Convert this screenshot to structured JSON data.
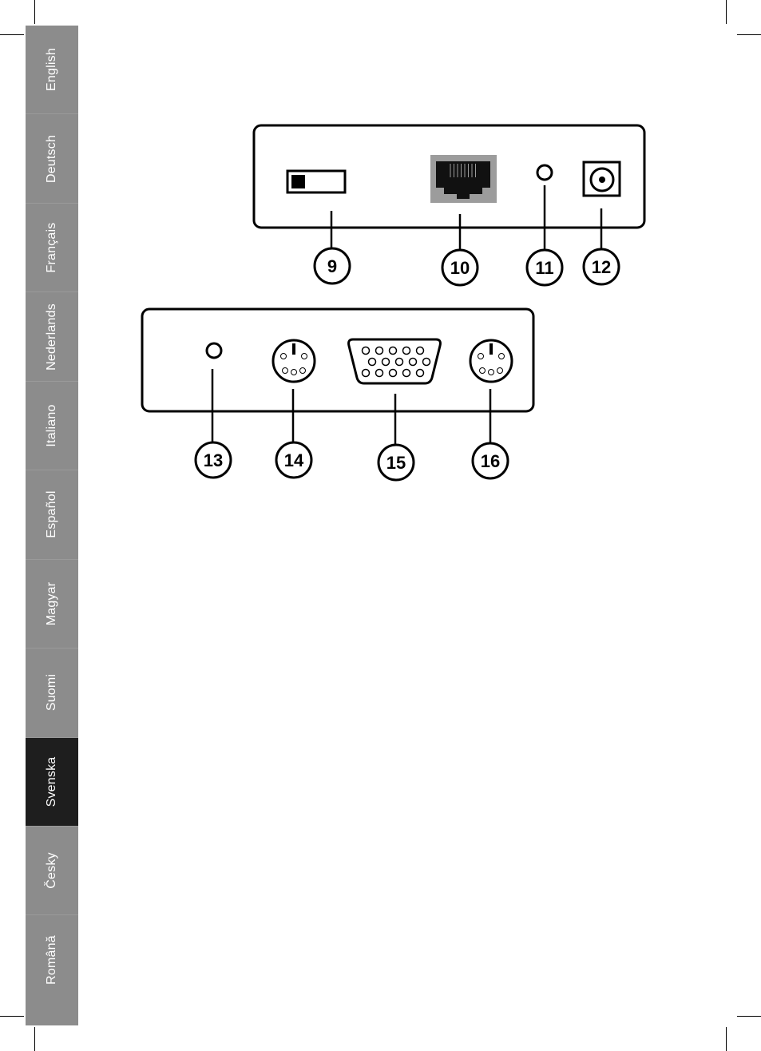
{
  "languages": [
    {
      "label": "English",
      "active": false
    },
    {
      "label": "Deutsch",
      "active": false
    },
    {
      "label": "Français",
      "active": false
    },
    {
      "label": "Nederlands",
      "active": false
    },
    {
      "label": "Italiano",
      "active": false
    },
    {
      "label": "Español",
      "active": false
    },
    {
      "label": "Magyar",
      "active": false
    },
    {
      "label": "Suomi",
      "active": false
    },
    {
      "label": "Svenska",
      "active": true
    },
    {
      "label": "Česky",
      "active": false
    },
    {
      "label": "Română",
      "active": false
    }
  ],
  "callouts": {
    "c9": "9",
    "c10": "10",
    "c11": "11",
    "c12": "12",
    "c13": "13",
    "c14": "14",
    "c15": "15",
    "c16": "16"
  }
}
